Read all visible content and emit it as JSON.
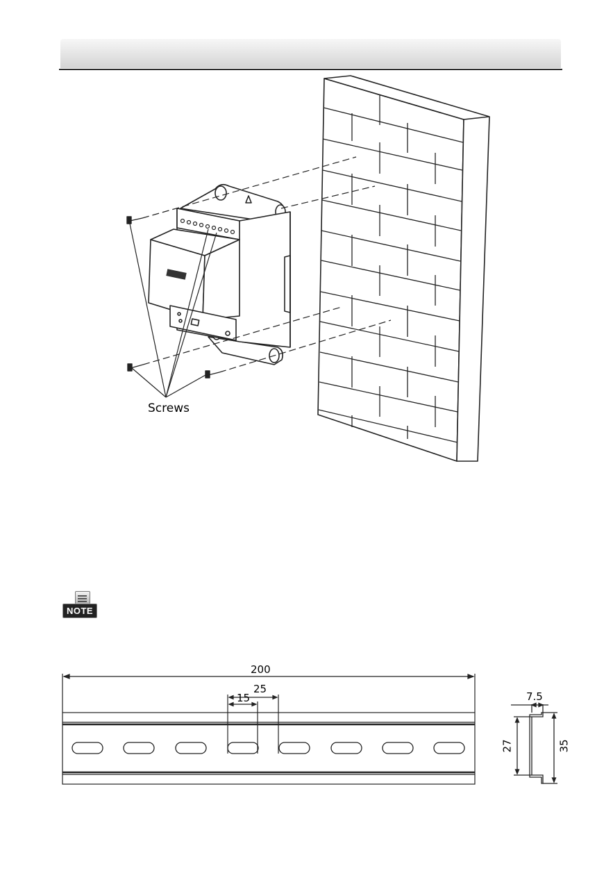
{
  "figure_wall_mount": {
    "callout_label": "Screws"
  },
  "note": {
    "badge_text": "NOTE"
  },
  "din_rail_drawing": {
    "dimensions": {
      "length": "200",
      "hole_pitch": "25",
      "hole_length": "15",
      "flange_width": "7.5",
      "inner_height": "27",
      "outer_height": "35"
    },
    "hole_count": 8
  }
}
